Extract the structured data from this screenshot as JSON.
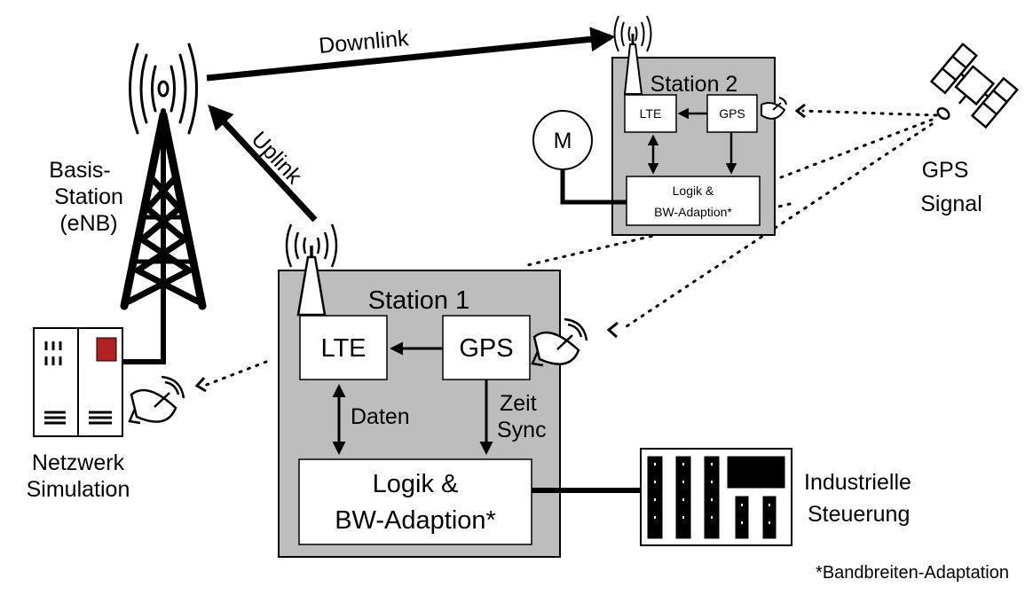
{
  "base_station": {
    "line1": "Basis-",
    "line2": "Station",
    "line3": "(eNB)"
  },
  "links": {
    "downlink": "Downlink",
    "uplink": "Uplink"
  },
  "station1": {
    "title": "Station 1",
    "lte": "LTE",
    "gps": "GPS",
    "logic_line1": "Logik &",
    "logic_line2": "BW-Adaption*",
    "data_label": "Daten",
    "time_line1": "Zeit",
    "time_line2": "Sync"
  },
  "station2": {
    "title": "Station 2",
    "lte": "LTE",
    "gps": "GPS",
    "logic_line1": "Logik &",
    "logic_line2": "BW-Adaption*",
    "motor": "M"
  },
  "gps_signal": {
    "line1": "GPS",
    "line2": "Signal"
  },
  "network_sim": {
    "line1": "Netzwerk",
    "line2": "Simulation"
  },
  "industrial_control": {
    "line1": "Industrielle",
    "line2": "Steuerung"
  },
  "footnote": "*Bandbreiten-Adaptation",
  "colors": {
    "station_fill": "#bdbdbd",
    "line": "#000000",
    "box": "#ffffff",
    "led": "#b22222"
  }
}
